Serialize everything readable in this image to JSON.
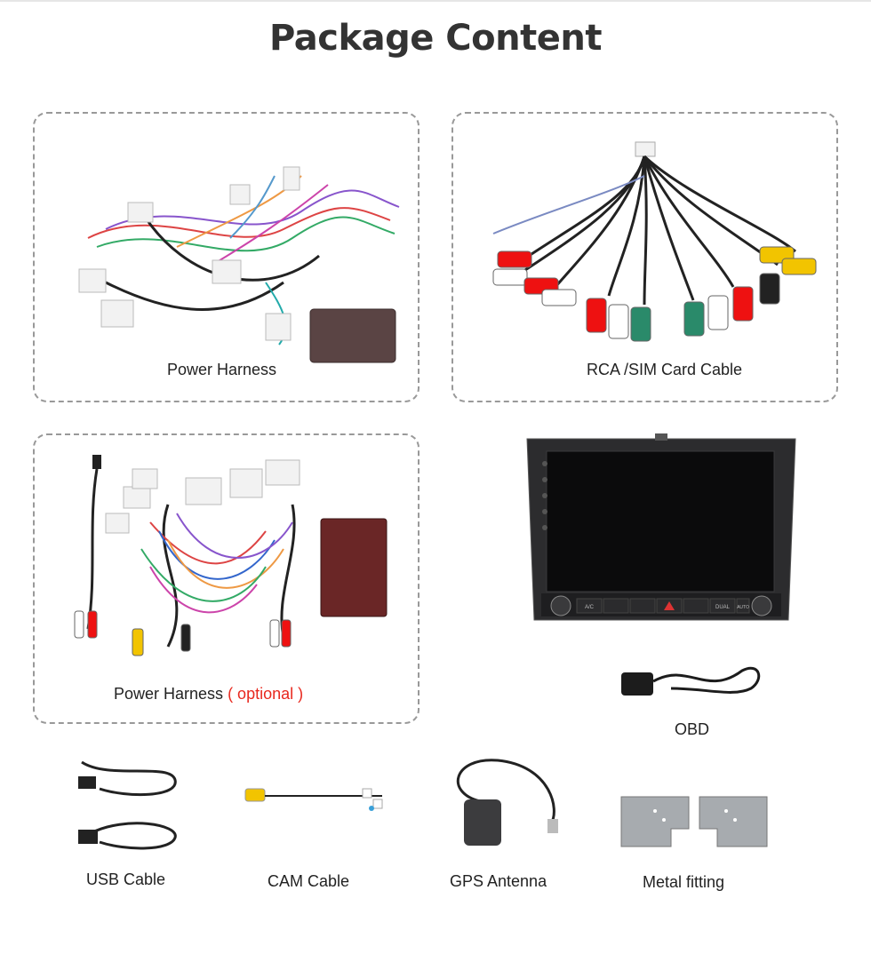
{
  "page": {
    "title": "Package Content"
  },
  "items": {
    "power_harness": "Power Harness",
    "rca_sim": "RCA /SIM Card Cable",
    "power_harness_optional": {
      "label": "Power Harness",
      "note": "( optional )"
    },
    "obd": "OBD",
    "usb": "USB Cable",
    "cam": "CAM Cable",
    "gps": "GPS Antenna",
    "metal": "Metal fitting"
  },
  "head_unit": {
    "buttons": [
      "A/C",
      "DUAL",
      "AUTO"
    ]
  },
  "colors": {
    "accent_red": "#e8281e",
    "border": "#999999"
  }
}
